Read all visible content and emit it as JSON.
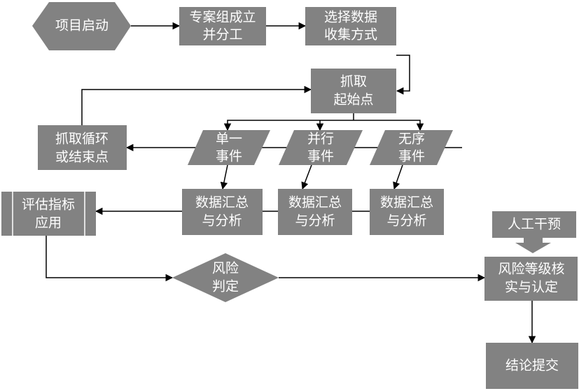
{
  "nodes": {
    "start": [
      "项目启动"
    ],
    "team": [
      "专案组成立",
      "并分工"
    ],
    "method": [
      "选择数据",
      "收集方式"
    ],
    "capture": [
      "抓取",
      "起始点"
    ],
    "loop": [
      "抓取循环",
      "或结束点"
    ],
    "event_single": [
      "单一",
      "事件"
    ],
    "event_parallel": [
      "并行",
      "事件"
    ],
    "event_unordered": [
      "无序",
      "事件"
    ],
    "summary_1": [
      "数据汇总",
      "与分析"
    ],
    "summary_2": [
      "数据汇总",
      "与分析"
    ],
    "summary_3": [
      "数据汇总",
      "与分析"
    ],
    "indicator": [
      "评估指标",
      "应用"
    ],
    "risk_judge": [
      "风险",
      "判定"
    ],
    "manual": [
      "人工干预"
    ],
    "risk_verify": [
      "风险等级核",
      "实与认定"
    ],
    "conclusion": [
      "结论提交"
    ]
  },
  "colors": {
    "node_fill": "#828282",
    "node_text": "#ffffff",
    "arrow": "#000000",
    "background": "#ffffff"
  }
}
